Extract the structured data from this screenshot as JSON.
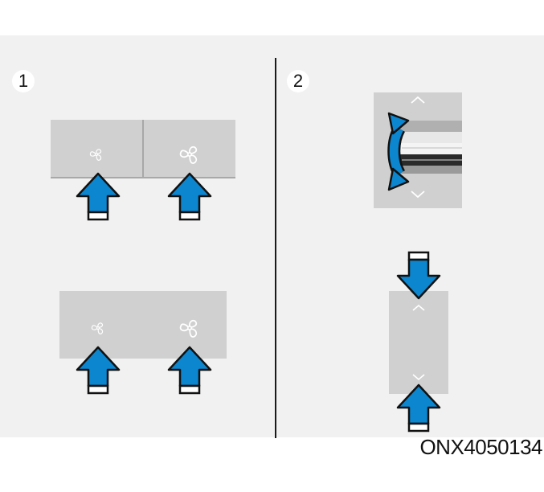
{
  "steps": {
    "step1": "1",
    "step2": "2"
  },
  "figure_code": "ONX4050134",
  "icons": {
    "fan_low": "fan-low-icon",
    "fan_high": "fan-high-icon",
    "arrow_up": "arrow-up-icon",
    "arrow_down": "arrow-down-icon",
    "rotate": "rotate-arrow-icon",
    "chevron_up": "chevron-up-icon",
    "chevron_down": "chevron-down-icon"
  },
  "colors": {
    "arrow_fill": "#0b86cf",
    "arrow_outline": "#111111",
    "button_face": "#d0d0d0",
    "background": "#f1f1f1"
  }
}
